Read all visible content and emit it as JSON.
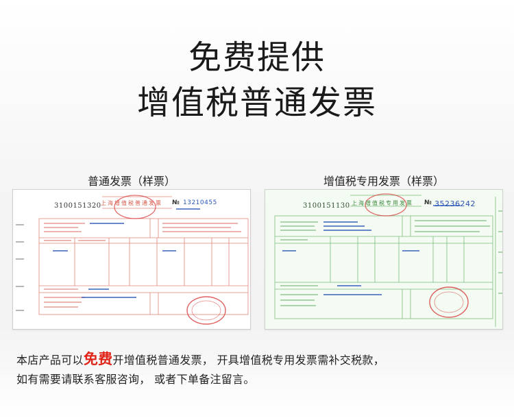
{
  "headline": {
    "line1": "免费提供",
    "line2": "增值税普通发票"
  },
  "samples": [
    {
      "caption": "普通发票（样票）",
      "serial": "3100151320",
      "title": "上海增值税普通发票",
      "no_mark": "№",
      "no_value": "13210455",
      "colors": {
        "line": "#e0857a",
        "stamp": "#d83a3a",
        "paper": "#ffffff"
      }
    },
    {
      "caption": "增值税专用发票（样票）",
      "serial": "3100151130",
      "title": "上海增值税专用发票",
      "no_mark": "№",
      "no_value": "35236242",
      "colors": {
        "line": "#7dbb7d",
        "stamp": "#d83a3a",
        "paper": "#f3fbf3"
      }
    }
  ],
  "footer": {
    "line1_before": "本店产品可以",
    "line1_highlight": "免费",
    "line1_after": "开增值税普通发票， 开具增值税专用发票需补交税款，",
    "line2": "如有需要请联系客服咨询， 或者下单备注留言。",
    "highlight_color": "#e02418"
  }
}
